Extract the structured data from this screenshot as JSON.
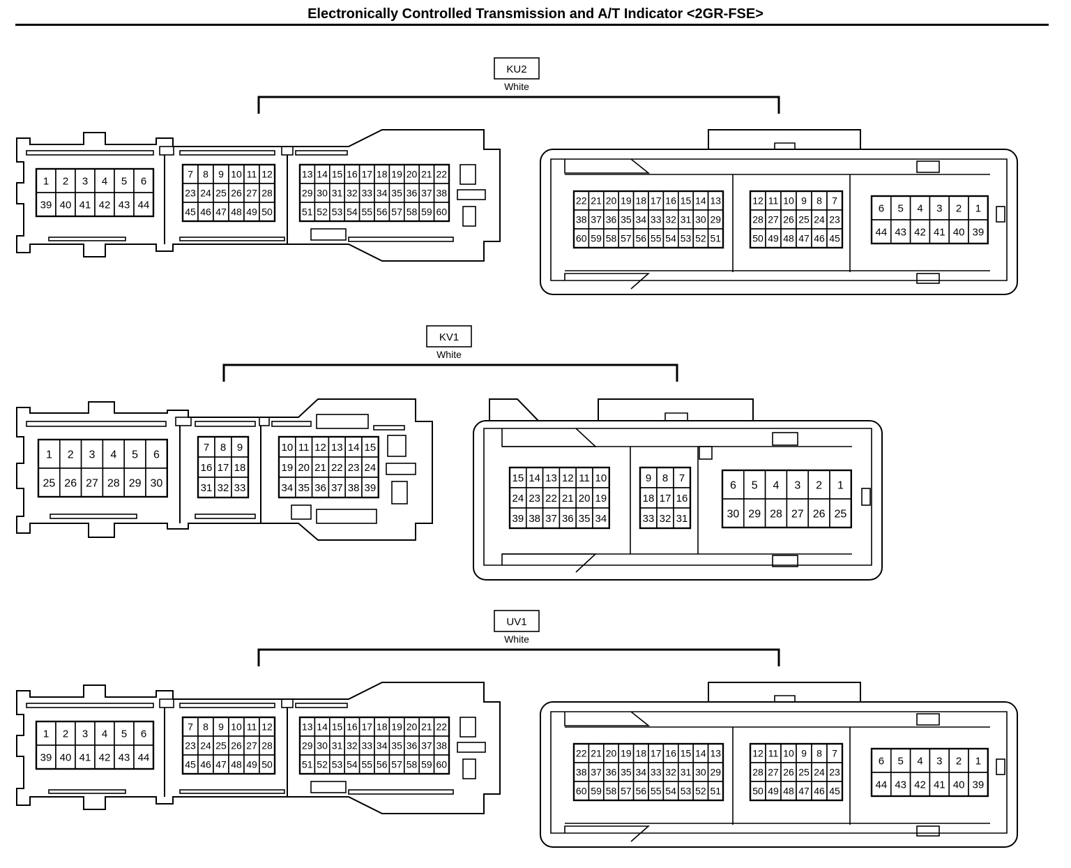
{
  "title": "Electronically Controlled Transmission and A/T Indicator <2GR-FSE>",
  "connectors": [
    {
      "code": "KU2",
      "color": "White",
      "male_groups": [
        {
          "rows": [
            [
              "1",
              "2",
              "3",
              "4",
              "5",
              "6"
            ],
            [
              "39",
              "40",
              "41",
              "42",
              "43",
              "44"
            ]
          ]
        },
        {
          "rows": [
            [
              "7",
              "8",
              "9",
              "10",
              "11",
              "12"
            ],
            [
              "23",
              "24",
              "25",
              "26",
              "27",
              "28"
            ],
            [
              "45",
              "46",
              "47",
              "48",
              "49",
              "50"
            ]
          ]
        },
        {
          "rows": [
            [
              "13",
              "14",
              "15",
              "16",
              "17",
              "18",
              "19",
              "20",
              "21",
              "22"
            ],
            [
              "29",
              "30",
              "31",
              "32",
              "33",
              "34",
              "35",
              "36",
              "37",
              "38"
            ],
            [
              "51",
              "52",
              "53",
              "54",
              "55",
              "56",
              "57",
              "58",
              "59",
              "60"
            ]
          ]
        }
      ],
      "female_groups": [
        {
          "rows": [
            [
              "22",
              "21",
              "20",
              "19",
              "18",
              "17",
              "16",
              "15",
              "14",
              "13"
            ],
            [
              "38",
              "37",
              "36",
              "35",
              "34",
              "33",
              "32",
              "31",
              "30",
              "29"
            ],
            [
              "60",
              "59",
              "58",
              "57",
              "56",
              "55",
              "54",
              "53",
              "52",
              "51"
            ]
          ]
        },
        {
          "rows": [
            [
              "12",
              "11",
              "10",
              "9",
              "8",
              "7"
            ],
            [
              "28",
              "27",
              "26",
              "25",
              "24",
              "23"
            ],
            [
              "50",
              "49",
              "48",
              "47",
              "46",
              "45"
            ]
          ]
        },
        {
          "rows": [
            [
              "6",
              "5",
              "4",
              "3",
              "2",
              "1"
            ],
            [
              "44",
              "43",
              "42",
              "41",
              "40",
              "39"
            ]
          ]
        }
      ]
    },
    {
      "code": "KV1",
      "color": "White",
      "male_groups": [
        {
          "rows": [
            [
              "1",
              "2",
              "3",
              "4",
              "5",
              "6"
            ],
            [
              "25",
              "26",
              "27",
              "28",
              "29",
              "30"
            ]
          ]
        },
        {
          "rows": [
            [
              "7",
              "8",
              "9"
            ],
            [
              "16",
              "17",
              "18"
            ],
            [
              "31",
              "32",
              "33"
            ]
          ]
        },
        {
          "rows": [
            [
              "10",
              "11",
              "12",
              "13",
              "14",
              "15"
            ],
            [
              "19",
              "20",
              "21",
              "22",
              "23",
              "24"
            ],
            [
              "34",
              "35",
              "36",
              "37",
              "38",
              "39"
            ]
          ]
        }
      ],
      "female_groups": [
        {
          "rows": [
            [
              "15",
              "14",
              "13",
              "12",
              "11",
              "10"
            ],
            [
              "24",
              "23",
              "22",
              "21",
              "20",
              "19"
            ],
            [
              "39",
              "38",
              "37",
              "36",
              "35",
              "34"
            ]
          ]
        },
        {
          "rows": [
            [
              "9",
              "8",
              "7"
            ],
            [
              "18",
              "17",
              "16"
            ],
            [
              "33",
              "32",
              "31"
            ]
          ]
        },
        {
          "rows": [
            [
              "6",
              "5",
              "4",
              "3",
              "2",
              "1"
            ],
            [
              "30",
              "29",
              "28",
              "27",
              "26",
              "25"
            ]
          ]
        }
      ]
    },
    {
      "code": "UV1",
      "color": "White",
      "male_groups": [
        {
          "rows": [
            [
              "1",
              "2",
              "3",
              "4",
              "5",
              "6"
            ],
            [
              "39",
              "40",
              "41",
              "42",
              "43",
              "44"
            ]
          ]
        },
        {
          "rows": [
            [
              "7",
              "8",
              "9",
              "10",
              "11",
              "12"
            ],
            [
              "23",
              "24",
              "25",
              "26",
              "27",
              "28"
            ],
            [
              "45",
              "46",
              "47",
              "48",
              "49",
              "50"
            ]
          ]
        },
        {
          "rows": [
            [
              "13",
              "14",
              "15",
              "16",
              "17",
              "18",
              "19",
              "20",
              "21",
              "22"
            ],
            [
              "29",
              "30",
              "31",
              "32",
              "33",
              "34",
              "35",
              "36",
              "37",
              "38"
            ],
            [
              "51",
              "52",
              "53",
              "54",
              "55",
              "56",
              "57",
              "58",
              "59",
              "60"
            ]
          ]
        }
      ],
      "female_groups": [
        {
          "rows": [
            [
              "22",
              "21",
              "20",
              "19",
              "18",
              "17",
              "16",
              "15",
              "14",
              "13"
            ],
            [
              "38",
              "37",
              "36",
              "35",
              "34",
              "33",
              "32",
              "31",
              "30",
              "29"
            ],
            [
              "60",
              "59",
              "58",
              "57",
              "56",
              "55",
              "54",
              "53",
              "52",
              "51"
            ]
          ]
        },
        {
          "rows": [
            [
              "12",
              "11",
              "10",
              "9",
              "8",
              "7"
            ],
            [
              "28",
              "27",
              "26",
              "25",
              "24",
              "23"
            ],
            [
              "50",
              "49",
              "48",
              "47",
              "46",
              "45"
            ]
          ]
        },
        {
          "rows": [
            [
              "6",
              "5",
              "4",
              "3",
              "2",
              "1"
            ],
            [
              "44",
              "43",
              "42",
              "41",
              "40",
              "39"
            ]
          ]
        }
      ]
    }
  ]
}
